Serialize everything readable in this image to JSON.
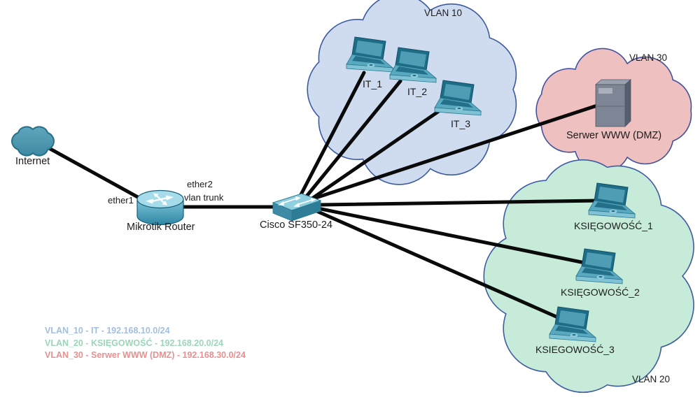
{
  "nodes": {
    "internet": {
      "label": "Internet"
    },
    "router": {
      "label": "Mikrotik Router"
    },
    "switch": {
      "label": "Cisco SF350-24"
    },
    "it1": {
      "label": "IT_1"
    },
    "it2": {
      "label": "IT_2"
    },
    "it3": {
      "label": "IT_3"
    },
    "server": {
      "label": "Serwer WWW (DMZ)"
    },
    "k1": {
      "label": "KSIĘGOWOŚĆ_1"
    },
    "k2": {
      "label": "KSIĘGOWOŚĆ_2"
    },
    "k3": {
      "label": "KSIEGOWOŚĆ_3"
    }
  },
  "ports": {
    "ether1": "ether1",
    "ether2": "ether2",
    "vlan_trunk": "vlan trunk"
  },
  "zones": {
    "vlan10": {
      "label": "VLAN 10",
      "fill": "#cfdcef",
      "stroke": "#3c5ba0"
    },
    "vlan20": {
      "label": "VLAN 20",
      "fill": "#c6ecd9",
      "stroke": "#3f5ca2"
    },
    "vlan30": {
      "label": "VLAN 30",
      "fill": "#eec0c0",
      "stroke": "#44519e"
    }
  },
  "legend": {
    "items": [
      {
        "text": "VLAN_10 - IT - 192.168.10.0/24",
        "color": "#a4bede"
      },
      {
        "text": "VLAN_20 - KSIĘGOWOŚĆ - 192.168.20.0/24",
        "color": "#9bd6b6"
      },
      {
        "text": "VLAN_30 - Serwer WWW (DMZ) - 192.168.30.0/24",
        "color": "#e88f90"
      }
    ]
  }
}
